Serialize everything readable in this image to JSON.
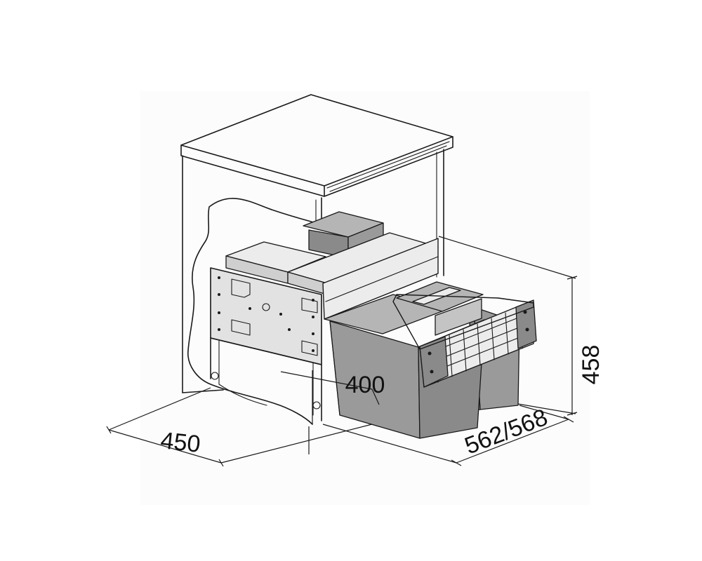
{
  "dimensions": {
    "height_label": "458",
    "width_label": "562/568",
    "depth_label": "450",
    "inner_label": "400"
  }
}
